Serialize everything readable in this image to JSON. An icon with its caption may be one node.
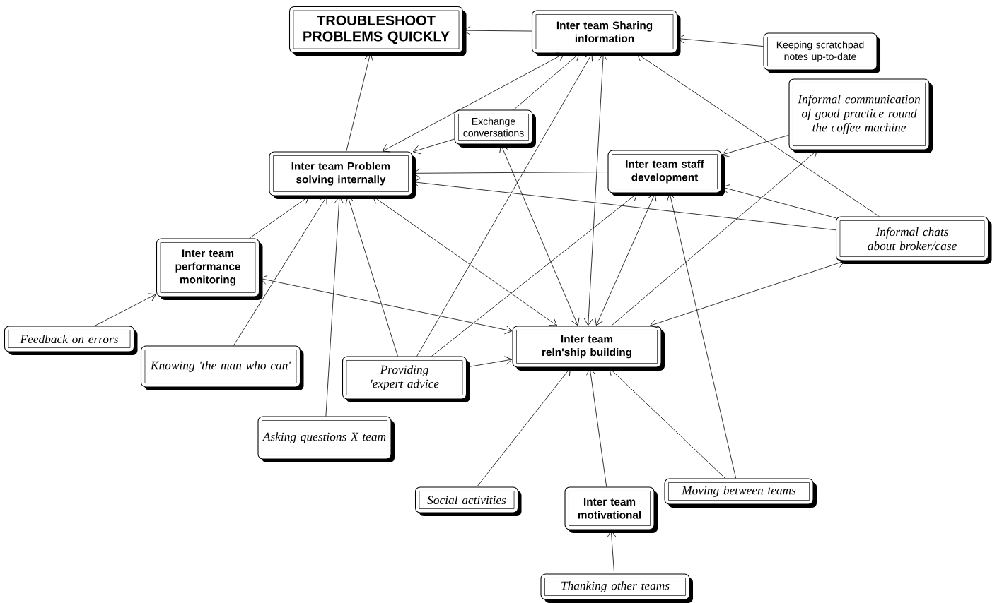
{
  "diagram": {
    "nodes": [
      {
        "text": [
          "TROUBLESHOOT PROBLEMS QUICKLY"
        ]
      },
      {
        "text": [
          "Inter team Sharing information"
        ]
      },
      {
        "text": [
          "Keeping scratchpad notes up-to-date"
        ]
      },
      {
        "text": [
          "Informal communication of good practice round the coffee machine"
        ]
      },
      {
        "text": [
          "Exchange conversations"
        ]
      },
      {
        "text": [
          "Inter team Problem solving internally"
        ]
      },
      {
        "text": [
          "Inter team staff development"
        ]
      },
      {
        "text": [
          "Informal chats about broker/case"
        ]
      },
      {
        "text": [
          "Inter team performance monitoring"
        ]
      },
      {
        "text": [
          "Feedback on errors"
        ]
      },
      {
        "text": [
          "Knowing 'the man who can'"
        ]
      },
      {
        "text": [
          "Providing 'expert advice"
        ]
      },
      {
        "text": [
          "Inter team reln'ship building"
        ]
      },
      {
        "text": [
          "Asking questions X team"
        ]
      },
      {
        "text": [
          "Social activities"
        ]
      },
      {
        "text": [
          "Inter team motivational"
        ]
      },
      {
        "text": [
          "Moving between teams"
        ]
      },
      {
        "text": [
          "Thanking other teams"
        ]
      }
    ],
    "edges": [
      {
        "from": 1,
        "to": 0,
        "arrow": "to"
      },
      {
        "from": 5,
        "to": 0,
        "arrow": "to"
      },
      {
        "from": 2,
        "to": 1,
        "arrow": "to"
      },
      {
        "from": 5,
        "to": 1,
        "arrow": "both"
      },
      {
        "from": 4,
        "to": 1,
        "arrow": "to"
      },
      {
        "from": 11,
        "to": 1,
        "arrow": "to"
      },
      {
        "from": 12,
        "to": 1,
        "arrow": "both"
      },
      {
        "from": 7,
        "to": 1,
        "arrow": "to"
      },
      {
        "from": 12,
        "to": 4,
        "arrow": "both"
      },
      {
        "from": 4,
        "to": 5,
        "arrow": "to"
      },
      {
        "from": 6,
        "to": 5,
        "arrow": "to"
      },
      {
        "from": 7,
        "to": 5,
        "arrow": "to"
      },
      {
        "from": 7,
        "to": 6,
        "arrow": "to"
      },
      {
        "from": 3,
        "to": 6,
        "arrow": "to"
      },
      {
        "from": 12,
        "to": 3,
        "arrow": "to"
      },
      {
        "from": 12,
        "to": 7,
        "arrow": "both"
      },
      {
        "from": 12,
        "to": 6,
        "arrow": "both"
      },
      {
        "from": 11,
        "to": 6,
        "arrow": "to"
      },
      {
        "from": 16,
        "to": 6,
        "arrow": "to"
      },
      {
        "from": 16,
        "to": 12,
        "arrow": "to"
      },
      {
        "from": 15,
        "to": 12,
        "arrow": "to"
      },
      {
        "from": 14,
        "to": 12,
        "arrow": "to"
      },
      {
        "from": 17,
        "to": 15,
        "arrow": "to"
      },
      {
        "from": 11,
        "to": 12,
        "arrow": "to"
      },
      {
        "from": 8,
        "to": 12,
        "arrow": "both"
      },
      {
        "from": 5,
        "to": 12,
        "arrow": "both"
      },
      {
        "from": 8,
        "to": 5,
        "arrow": "to"
      },
      {
        "from": 9,
        "to": 8,
        "arrow": "to"
      },
      {
        "from": 10,
        "to": 5,
        "arrow": "to"
      },
      {
        "from": 13,
        "to": 5,
        "arrow": "to"
      },
      {
        "from": 11,
        "to": 5,
        "arrow": "to"
      }
    ]
  }
}
